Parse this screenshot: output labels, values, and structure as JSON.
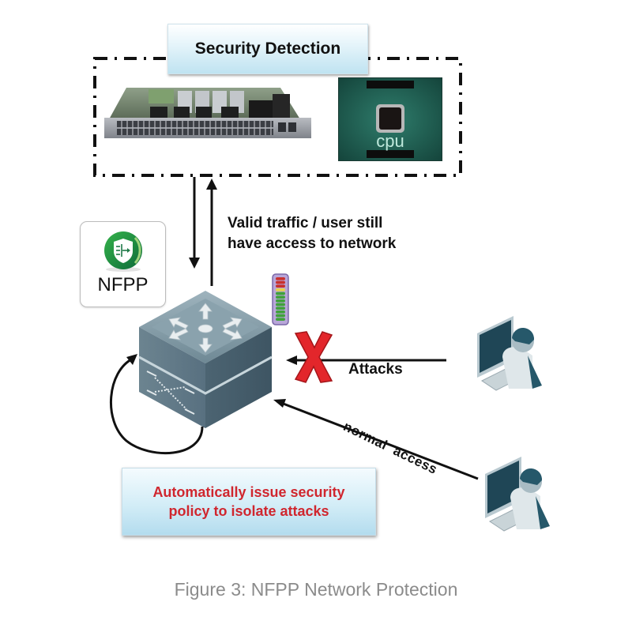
{
  "diagram": {
    "title_box": {
      "label": "Security Detection"
    },
    "detection_devices": [
      {
        "name": "Switch line card",
        "icon": "line-card-icon"
      },
      {
        "name": "CPU chip",
        "icon": "cpu-icon",
        "label": "cpu"
      }
    ],
    "nfpp_badge": {
      "label": "NFPP",
      "icon": "shield-filter-icon"
    },
    "valid_traffic_text": [
      "Valid traffic / user still",
      "have access to network"
    ],
    "attacks_label": "Attacks",
    "normal_access_label": "normal  access",
    "policy_box": {
      "lines": [
        "Automatically issue security",
        "policy to isolate attacks"
      ]
    },
    "meter": {
      "icon": "traffic-level-meter-icon",
      "segments": [
        "red",
        "red",
        "red",
        "yellow",
        "green",
        "green",
        "green",
        "green",
        "green",
        "green",
        "green",
        "green"
      ]
    },
    "nodes": [
      {
        "name": "Core switch",
        "icon": "switch-icon"
      },
      {
        "name": "Attacker host",
        "icon": "user-computer-icon"
      },
      {
        "name": "Normal user host",
        "icon": "user-computer-icon"
      }
    ],
    "blocked_marker": {
      "icon": "red-x-icon"
    },
    "caption": "Figure 3: NFPP Network Protection",
    "colors": {
      "policy_text": "#d0262e",
      "caption_text": "#8b8b8b",
      "blocked_x": "#e3262b",
      "box_gradient_bottom": "#b3dcee"
    }
  }
}
